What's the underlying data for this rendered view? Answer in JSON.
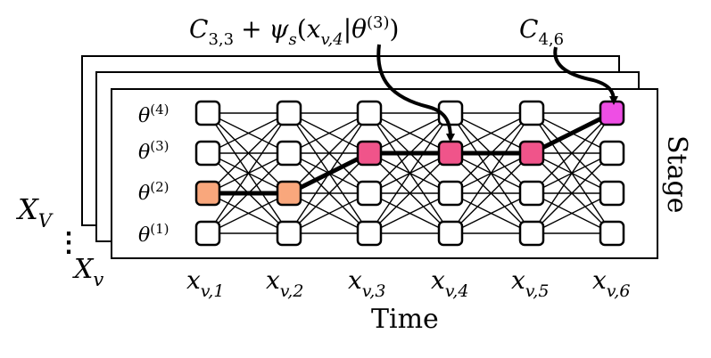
{
  "annotations": {
    "cost_top": "C_{3,3} + ψ_s(x_{v,4} | θ^{(3)})",
    "cost_top_parts": {
      "C": "C",
      "C_sub": "3,3",
      "plus": "+",
      "psi": "ψ",
      "psi_sub": "s",
      "open": "(",
      "x": "x",
      "x_sub": "v,4",
      "bar": "|θ",
      "theta_sup": "(3)",
      "close": ")"
    },
    "cost_right": "C_{4,6}",
    "cost_right_parts": {
      "C": "C",
      "C_sub": "4,6"
    }
  },
  "labels": {
    "theta_rows": [
      {
        "base": "θ",
        "sup": "(4)"
      },
      {
        "base": "θ",
        "sup": "(3)"
      },
      {
        "base": "θ",
        "sup": "(2)"
      },
      {
        "base": "θ",
        "sup": "(1)"
      }
    ],
    "time_cols": [
      {
        "base": "x",
        "sub": "v,1"
      },
      {
        "base": "x",
        "sub": "v,2"
      },
      {
        "base": "x",
        "sub": "v,3"
      },
      {
        "base": "x",
        "sub": "v,4"
      },
      {
        "base": "x",
        "sub": "v,5"
      },
      {
        "base": "x",
        "sub": "v,6"
      }
    ],
    "axis_time": "Time",
    "axis_stage": "Stage",
    "XV": {
      "base": "X",
      "sub": "V"
    },
    "Xv": {
      "base": "X",
      "sub": "v"
    },
    "ellipsis": "⋮"
  },
  "colors": {
    "node_default": "#ffffff",
    "node_stage2": "#f9a77c",
    "node_path": "#f0548a",
    "node_end": "#ee4ee4",
    "stroke": "#000000"
  },
  "path": [
    {
      "t": 1,
      "s": 2,
      "color": "node_stage2"
    },
    {
      "t": 2,
      "s": 2,
      "color": "node_stage2"
    },
    {
      "t": 3,
      "s": 3,
      "color": "node_path"
    },
    {
      "t": 4,
      "s": 3,
      "color": "node_path"
    },
    {
      "t": 5,
      "s": 3,
      "color": "node_path"
    },
    {
      "t": 6,
      "s": 4,
      "color": "node_end"
    }
  ]
}
